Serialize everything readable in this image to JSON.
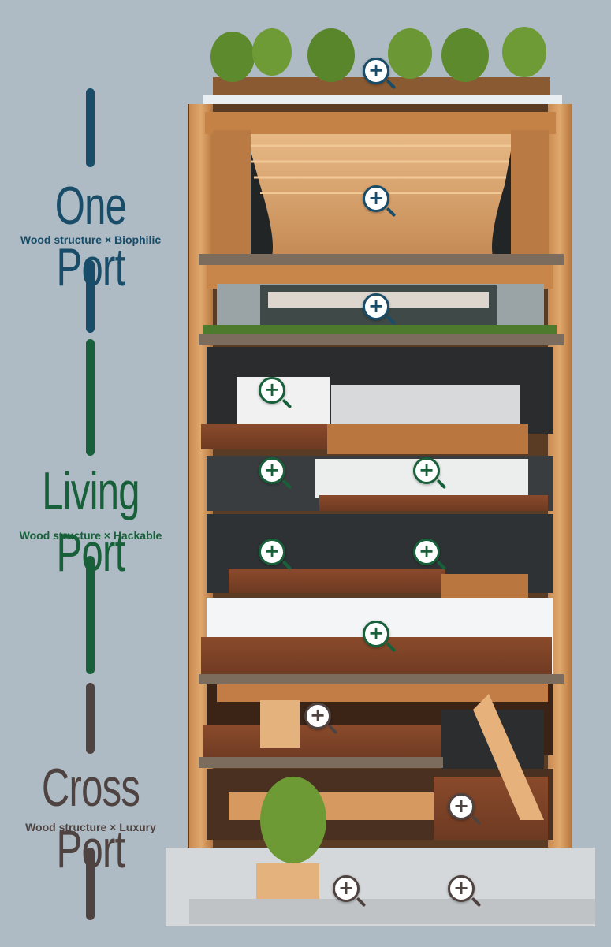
{
  "sections": {
    "one": {
      "title": "One Port",
      "subtitle": "Wood structure × Biophilic",
      "color": "#184c68"
    },
    "living": {
      "title": "Living Port",
      "subtitle": "Wood structure × Hackable",
      "color": "#17603a"
    },
    "cross": {
      "title": "Cross Port",
      "subtitle": "Wood structure × Luxury",
      "color": "#4f4341"
    }
  },
  "zoom_markers": {
    "rooftop": "+",
    "one_hall": "+",
    "one_terrace": "+",
    "living_kitchen": "+",
    "living_lounge": "+",
    "living_meeting": "+",
    "living_workshop": "+",
    "living_lab": "+",
    "living_office": "+",
    "cross_cafe": "+",
    "cross_lounge": "+",
    "cross_entrance": "+",
    "cross_lobby": "+"
  },
  "icons": {
    "zoom": "magnifier-plus-icon"
  }
}
